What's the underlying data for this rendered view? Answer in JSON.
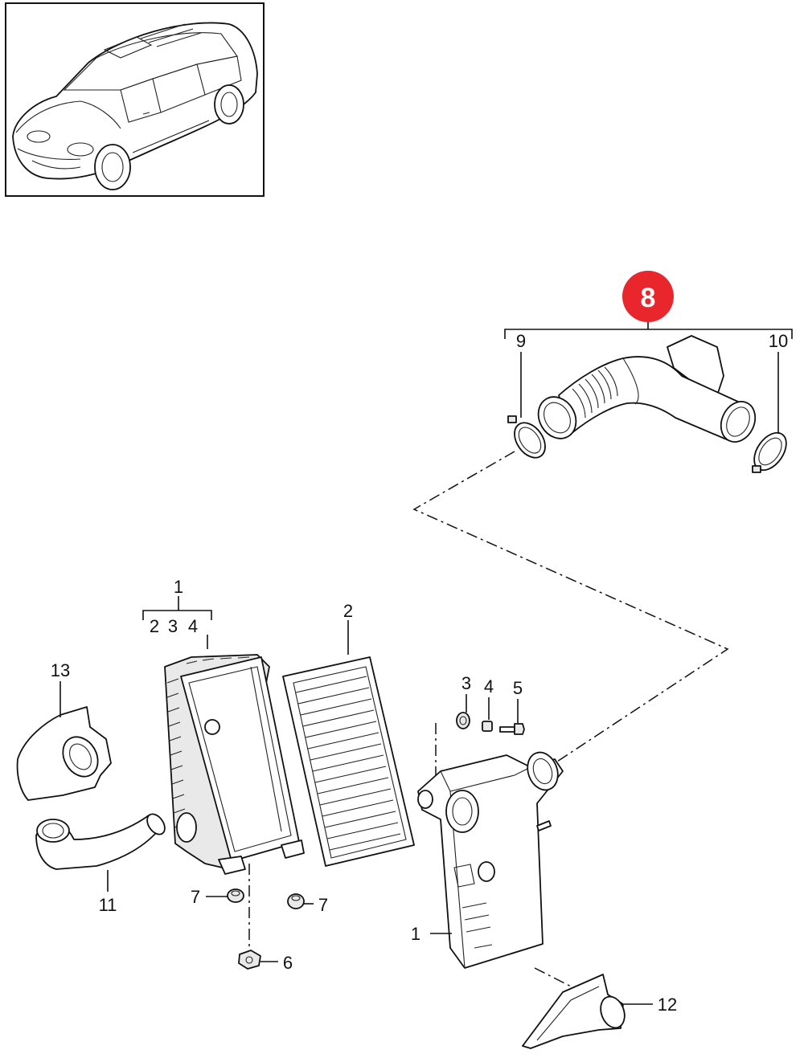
{
  "badge": {
    "number": "8",
    "color": "#e8262b"
  },
  "labels": {
    "item_1_top": "1",
    "item_1_sub_2": "2",
    "item_1_sub_3": "3",
    "item_1_sub_4": "4",
    "item_2": "2",
    "item_3": "3",
    "item_4": "4",
    "item_5": "5",
    "item_1_lower": "1",
    "item_6": "6",
    "item_7_left": "7",
    "item_7_right": "7",
    "item_9": "9",
    "item_10": "10",
    "item_11": "11",
    "item_12": "12",
    "item_13": "13"
  },
  "icons": {
    "thumbnail": "vehicle-suv-icon",
    "air_filter_housing": "air-filter-housing-icon",
    "filter_element": "filter-element-icon",
    "intake_pipe": "intake-pipe-icon",
    "hose_clamp": "hose-clamp-icon"
  }
}
